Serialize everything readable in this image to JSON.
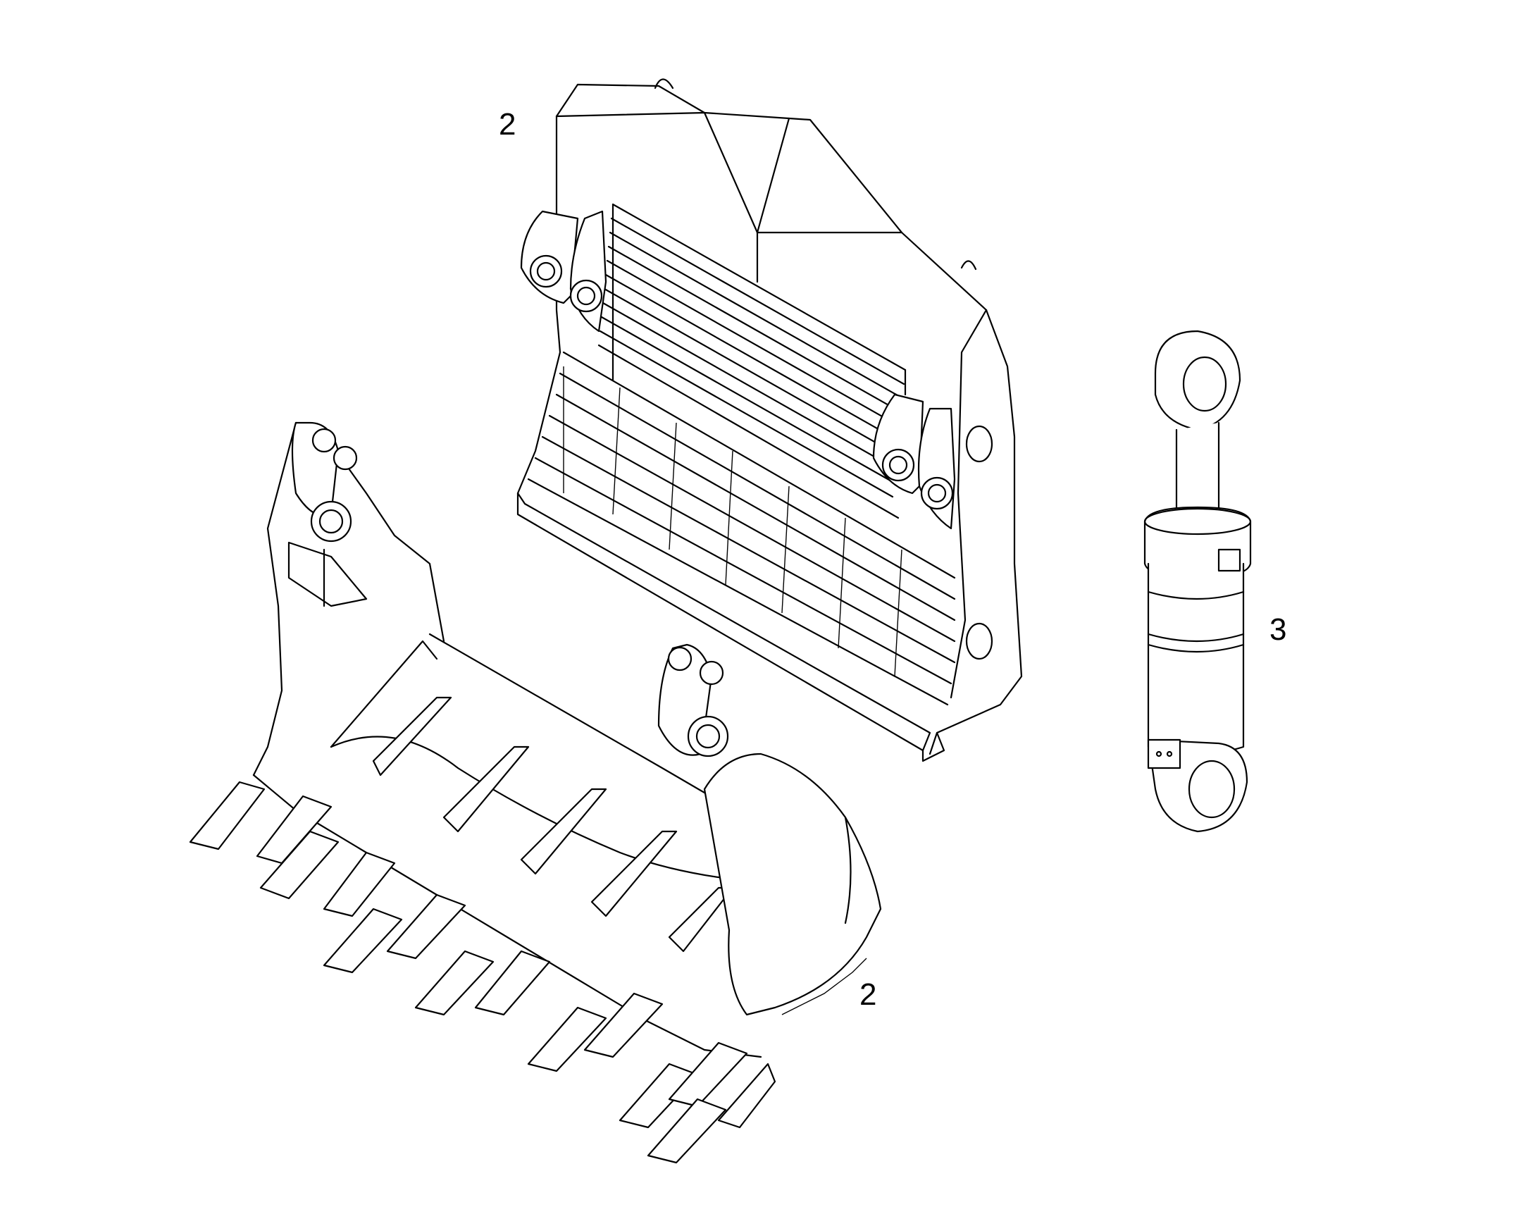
{
  "callouts": {
    "top_bucket_label": "2",
    "bottom_bucket_label": "2",
    "cylinder_label": "3"
  },
  "colors": {
    "line": "#000000",
    "background": "#ffffff"
  }
}
